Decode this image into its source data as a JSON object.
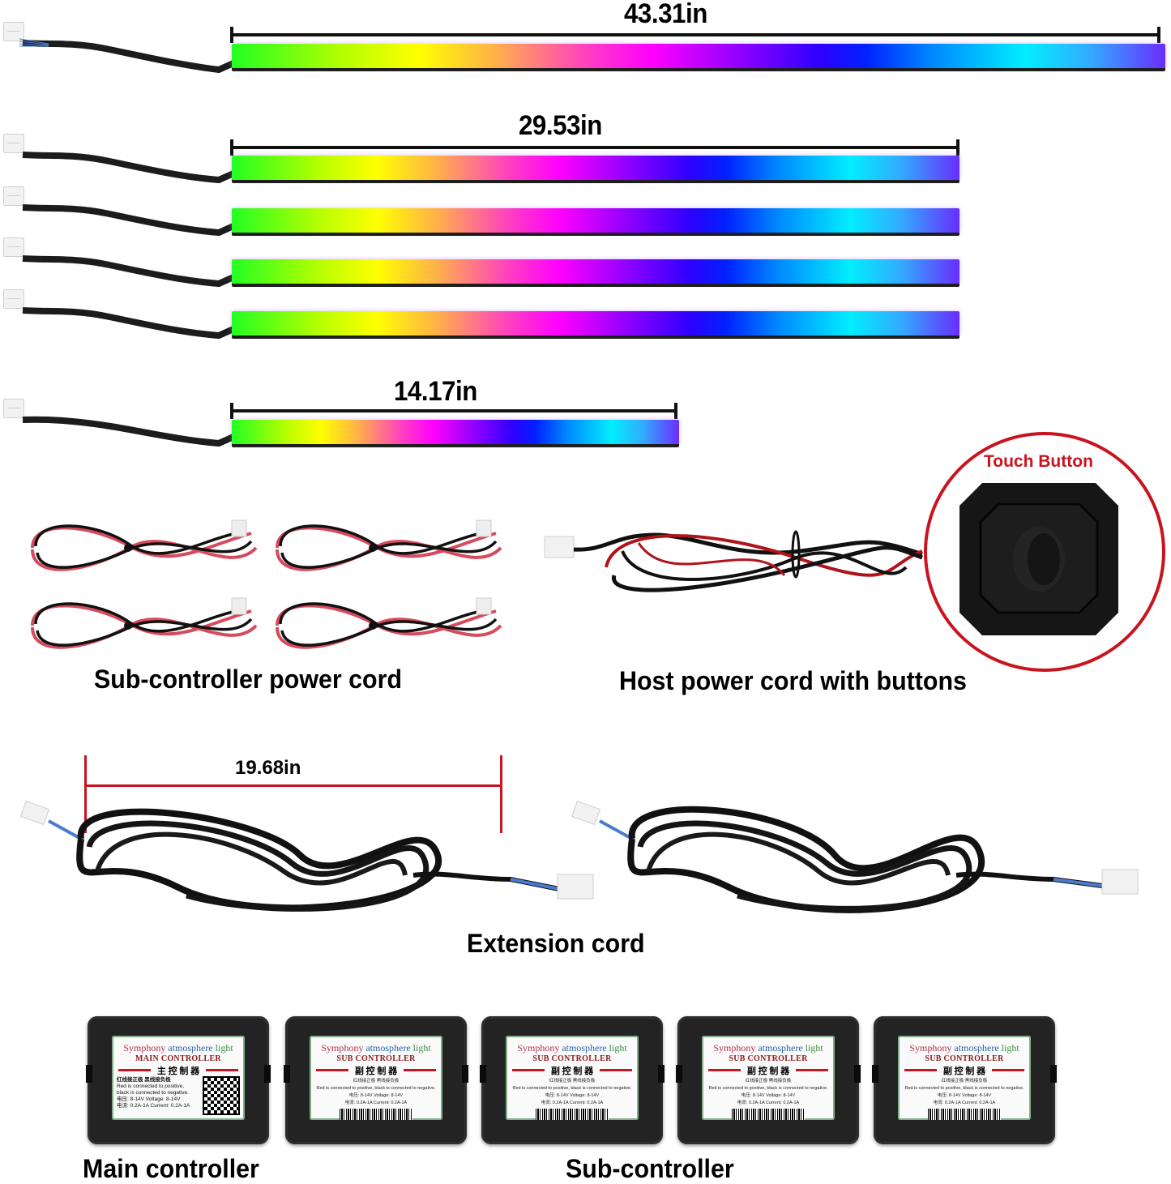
{
  "led_strips": {
    "long": {
      "length_label": "43.31in",
      "count": 1
    },
    "medium": {
      "length_label": "29.53in",
      "count": 4
    },
    "short": {
      "length_label": "14.17in",
      "count": 1
    },
    "gradient_colors": [
      "#22ff22",
      "#ffff00",
      "#ff00ff",
      "#0022ff",
      "#00eeff",
      "#6a2dff"
    ]
  },
  "power_cords": {
    "sub_controller": {
      "caption": "Sub-controller power cord",
      "count": 4
    },
    "host": {
      "caption": "Host power cord with buttons",
      "callout": "Touch Button"
    }
  },
  "extension_cord": {
    "caption": "Extension cord",
    "length_label": "19.68in",
    "count": 2
  },
  "controllers": {
    "main": {
      "caption": "Main controller",
      "label_title": [
        "Symphony",
        " atmosphere",
        " light"
      ],
      "label_subtitle": "MAIN CONTROLLER",
      "label_cn": "主 控 制 器",
      "label_cn_wiring": "红线接正极 黑线接负极",
      "label_en_wiring": [
        "Red is connected to positive,",
        "black is connected to negative."
      ],
      "label_specs": [
        "电压: 8-14V    Voltage: 8-14V",
        "电流: 0.2A-1A   Current: 0.2A-1A"
      ]
    },
    "sub": {
      "caption": "Sub-controller",
      "count": 4,
      "label_title": [
        "Symphony",
        " atmosphere",
        " light"
      ],
      "label_subtitle": "SUB CONTROLLER",
      "label_cn": "副 控 制 器",
      "label_cn_wiring": "红线接正极 黑线接负极",
      "label_en_wiring": "Red is connected to positive, black is connected to negative.",
      "label_specs": [
        "电压: 8-14V    Voltage: 8-14V",
        "电流: 0.2A-1A   Current: 0.2A-1A"
      ]
    }
  },
  "colors": {
    "dimension_line": "#111111",
    "callout_red": "#c8141e",
    "controller_body": "#232323"
  }
}
